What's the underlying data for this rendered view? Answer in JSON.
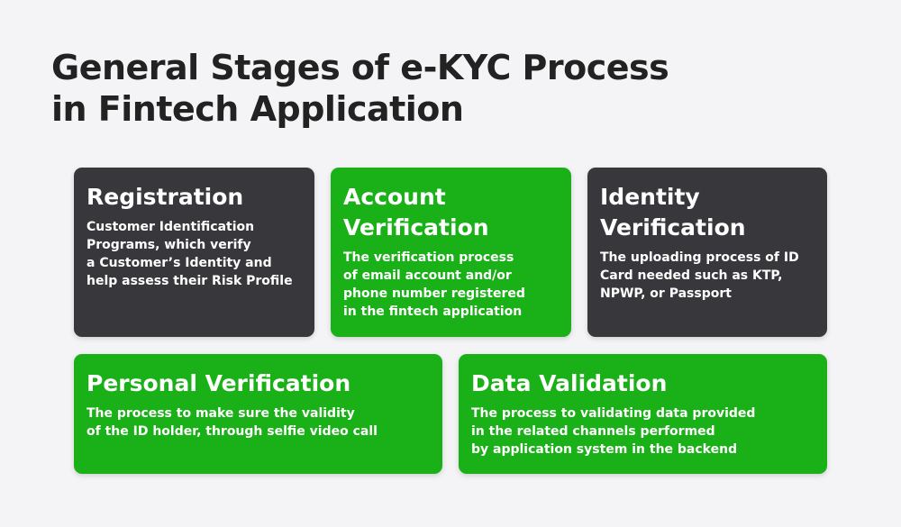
{
  "title": {
    "line1": "General Stages of e-KYC Process",
    "line2": "in Fintech Application"
  },
  "cards": {
    "registration": {
      "title_lines": [
        "Registration"
      ],
      "desc_lines": [
        "Customer Identification",
        "Programs, which verify",
        "a Customer’s Identity and",
        "help assess their Risk Profile"
      ]
    },
    "account_verification": {
      "title_lines": [
        "Account",
        "Verification"
      ],
      "desc_lines": [
        "The verification process",
        "of email account and/or",
        "phone number registered",
        "in the fintech application"
      ]
    },
    "identity_verification": {
      "title_lines": [
        "Identity",
        "Verification"
      ],
      "desc_lines": [
        "The uploading process of ID",
        "Card needed such as KTP,",
        "NPWP, or Passport"
      ]
    },
    "personal_verification": {
      "title_lines": [
        "Personal Verification"
      ],
      "desc_lines": [
        "The process to make sure the validity",
        "of the ID holder, through selfie video call"
      ]
    },
    "data_validation": {
      "title_lines": [
        "Data Validation"
      ],
      "desc_lines": [
        "The process to validating data provided",
        "in the related channels performed",
        "by application system in the backend"
      ]
    }
  },
  "colors": {
    "background": "#f4f4f6",
    "title": "#222222",
    "dark_card": "#38383c",
    "green_card": "#1ab017",
    "card_text": "#ffffff"
  }
}
